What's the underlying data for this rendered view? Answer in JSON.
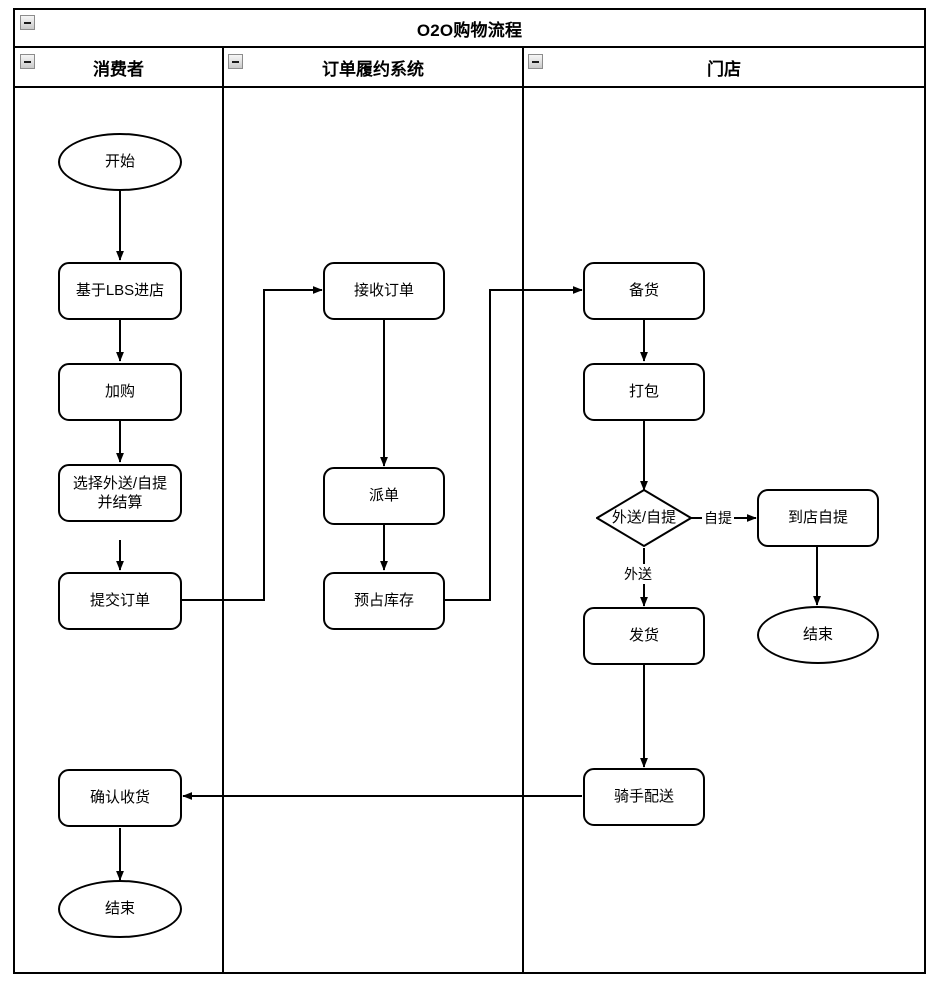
{
  "diagram": {
    "title": "O2O购物流程",
    "type": "swimlane-flowchart",
    "lanes": [
      {
        "id": "lane-consumer",
        "label": "消费者"
      },
      {
        "id": "lane-fulfillment",
        "label": "订单履约系统"
      },
      {
        "id": "lane-store",
        "label": "门店"
      }
    ],
    "collapse_icon": "minus-icon"
  },
  "nodes": {
    "start": {
      "label": "开始",
      "shape": "ellipse",
      "lane": "消费者"
    },
    "lbs": {
      "label": "基于LBS进店",
      "shape": "rounded-rect",
      "lane": "消费者"
    },
    "addcart": {
      "label": "加购",
      "shape": "rounded-rect",
      "lane": "消费者"
    },
    "choose": {
      "label": "选择外送/自提\n并结算",
      "line1": "选择外送/自提",
      "line2": "并结算",
      "shape": "rounded-rect",
      "lane": "消费者"
    },
    "submit": {
      "label": "提交订单",
      "shape": "rounded-rect",
      "lane": "消费者"
    },
    "confirm": {
      "label": "确认收货",
      "shape": "rounded-rect",
      "lane": "消费者"
    },
    "end_consumer": {
      "label": "结束",
      "shape": "ellipse",
      "lane": "消费者"
    },
    "receive": {
      "label": "接收订单",
      "shape": "rounded-rect",
      "lane": "订单履约系统"
    },
    "dispatch": {
      "label": "派单",
      "shape": "rounded-rect",
      "lane": "订单履约系统"
    },
    "reserve": {
      "label": "预占库存",
      "shape": "rounded-rect",
      "lane": "订单履约系统"
    },
    "prepare": {
      "label": "备货",
      "shape": "rounded-rect",
      "lane": "门店"
    },
    "pack": {
      "label": "打包",
      "shape": "rounded-rect",
      "lane": "门店"
    },
    "decision": {
      "label": "外送/自提",
      "shape": "diamond",
      "lane": "门店"
    },
    "pickup": {
      "label": "到店自提",
      "shape": "rounded-rect",
      "lane": "门店"
    },
    "end_pickup": {
      "label": "结束",
      "shape": "ellipse",
      "lane": "门店"
    },
    "ship": {
      "label": "发货",
      "shape": "rounded-rect",
      "lane": "门店"
    },
    "courier": {
      "label": "骑手配送",
      "shape": "rounded-rect",
      "lane": "门店"
    }
  },
  "edge_labels": {
    "pickup_branch": "自提",
    "delivery_branch": "外送"
  }
}
